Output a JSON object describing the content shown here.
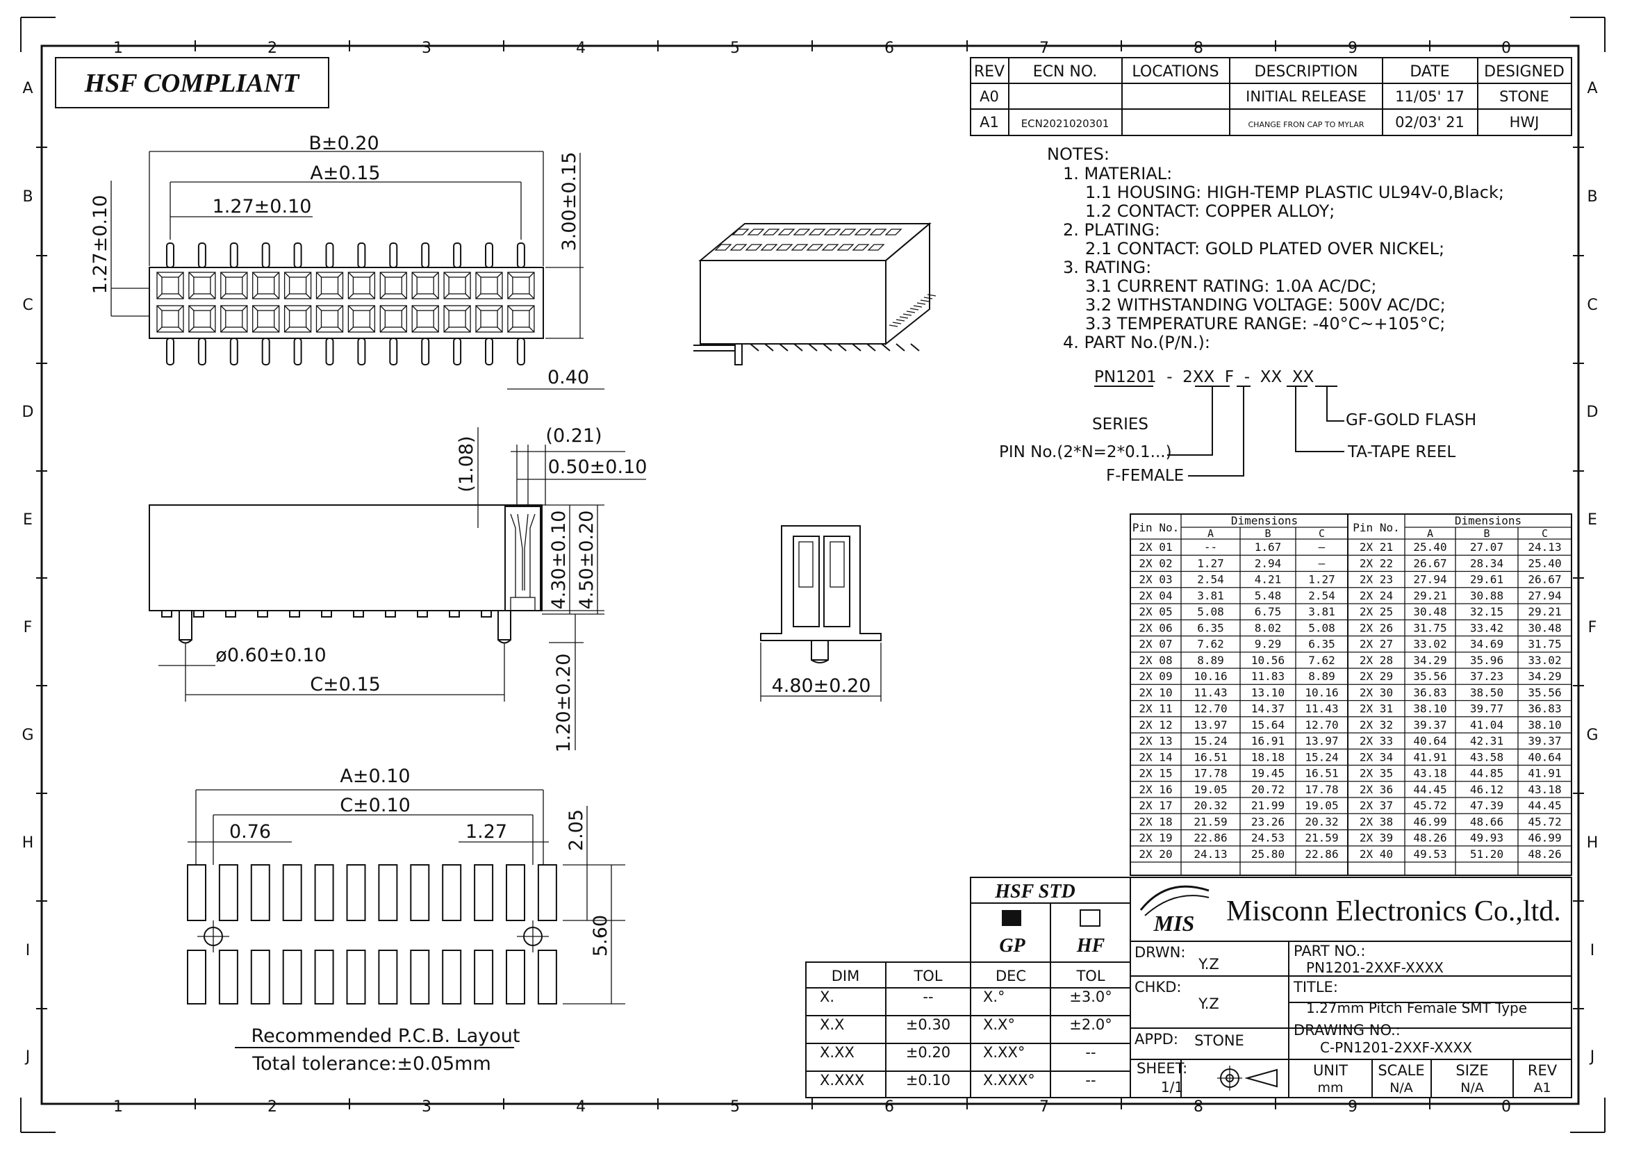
{
  "frame": {
    "col_labels": [
      "1",
      "2",
      "3",
      "4",
      "5",
      "6",
      "7",
      "8",
      "9",
      "0"
    ],
    "row_labels": [
      "A",
      "B",
      "C",
      "D",
      "E",
      "F",
      "G",
      "H",
      "I",
      "J"
    ]
  },
  "hsf_compliant": "HSF COMPLIANT",
  "revision_table": {
    "headers": [
      "REV",
      "ECN NO.",
      "LOCATIONS",
      "DESCRIPTION",
      "DATE",
      "DESIGNED"
    ],
    "rows": [
      [
        "A0",
        "",
        "",
        "INITIAL RELEASE",
        "11/05' 17",
        "STONE"
      ],
      [
        "A1",
        "ECN2021020301",
        "",
        "CHANGE FRON CAP TO MYLAR",
        "02/03' 21",
        "HWJ"
      ]
    ]
  },
  "notes": {
    "heading": "NOTES:",
    "lines": [
      "1. MATERIAL:",
      "1.1  HOUSING: HIGH-TEMP PLASTIC UL94V-0,Black;",
      "1.2  CONTACT: COPPER ALLOY;",
      "2. PLATING:",
      "2.1  CONTACT: GOLD PLATED OVER NICKEL;",
      "3. RATING:",
      "3.1  CURRENT RATING: 1.0A AC/DC;",
      "3.2  WITHSTANDING VOLTAGE: 500V AC/DC;",
      "3.3  TEMPERATURE RANGE: -40°C~+105°C;",
      "4. PART No.(P/N.):"
    ]
  },
  "part_number": {
    "code": "PN1201  -  2XX  F  -  XX  XX",
    "series": "SERIES",
    "pin_no": "PIN No.(2*N=2*0.1...)",
    "female": "F-FEMALE",
    "gold_flash": "GF-GOLD FLASH",
    "tape_reel": "TA-TAPE REEL"
  },
  "dimensions": {
    "top_b": "B±0.20",
    "top_a": "A±0.15",
    "top_pitch": "1.27±0.10",
    "top_row_pitch": "1.27±0.10",
    "top_height": "3.00±0.15",
    "top_pin_width": "0.40",
    "side_021": "(0.21)",
    "side_108": "(1.08)",
    "side_050": "0.50±0.10",
    "side_430": "4.30±0.10",
    "side_450": "4.50±0.20",
    "side_peg": "ø0.60±0.10",
    "side_c": "C±0.15",
    "side_120": "1.20±0.20",
    "end_width": "4.80±0.20",
    "pcb_a": "A±0.10",
    "pcb_c": "C±0.10",
    "pcb_076": "0.76",
    "pcb_127": "1.27",
    "pcb_205": "2.05",
    "pcb_560": "5.60",
    "pcb_caption1": "Recommended P.C.B. Layout",
    "pcb_caption2": "Total tolerance:±0.05mm"
  },
  "dim_table": {
    "pin_header": "Pin No.",
    "dim_header": "Dimensions",
    "sub_headers": [
      "A",
      "B",
      "C"
    ],
    "rows_left": [
      [
        "2X 01",
        "--",
        "1.67",
        "—"
      ],
      [
        "2X 02",
        "1.27",
        "2.94",
        "—"
      ],
      [
        "2X 03",
        "2.54",
        "4.21",
        "1.27"
      ],
      [
        "2X 04",
        "3.81",
        "5.48",
        "2.54"
      ],
      [
        "2X 05",
        "5.08",
        "6.75",
        "3.81"
      ],
      [
        "2X 06",
        "6.35",
        "8.02",
        "5.08"
      ],
      [
        "2X 07",
        "7.62",
        "9.29",
        "6.35"
      ],
      [
        "2X 08",
        "8.89",
        "10.56",
        "7.62"
      ],
      [
        "2X 09",
        "10.16",
        "11.83",
        "8.89"
      ],
      [
        "2X 10",
        "11.43",
        "13.10",
        "10.16"
      ],
      [
        "2X 11",
        "12.70",
        "14.37",
        "11.43"
      ],
      [
        "2X 12",
        "13.97",
        "15.64",
        "12.70"
      ],
      [
        "2X 13",
        "15.24",
        "16.91",
        "13.97"
      ],
      [
        "2X 14",
        "16.51",
        "18.18",
        "15.24"
      ],
      [
        "2X 15",
        "17.78",
        "19.45",
        "16.51"
      ],
      [
        "2X 16",
        "19.05",
        "20.72",
        "17.78"
      ],
      [
        "2X 17",
        "20.32",
        "21.99",
        "19.05"
      ],
      [
        "2X 18",
        "21.59",
        "23.26",
        "20.32"
      ],
      [
        "2X 19",
        "22.86",
        "24.53",
        "21.59"
      ],
      [
        "2X 20",
        "24.13",
        "25.80",
        "22.86"
      ]
    ],
    "rows_right": [
      [
        "2X 21",
        "25.40",
        "27.07",
        "24.13"
      ],
      [
        "2X 22",
        "26.67",
        "28.34",
        "25.40"
      ],
      [
        "2X 23",
        "27.94",
        "29.61",
        "26.67"
      ],
      [
        "2X 24",
        "29.21",
        "30.88",
        "27.94"
      ],
      [
        "2X 25",
        "30.48",
        "32.15",
        "29.21"
      ],
      [
        "2X 26",
        "31.75",
        "33.42",
        "30.48"
      ],
      [
        "2X 27",
        "33.02",
        "34.69",
        "31.75"
      ],
      [
        "2X 28",
        "34.29",
        "35.96",
        "33.02"
      ],
      [
        "2X 29",
        "35.56",
        "37.23",
        "34.29"
      ],
      [
        "2X 30",
        "36.83",
        "38.50",
        "35.56"
      ],
      [
        "2X 31",
        "38.10",
        "39.77",
        "36.83"
      ],
      [
        "2X 32",
        "39.37",
        "41.04",
        "38.10"
      ],
      [
        "2X 33",
        "40.64",
        "42.31",
        "39.37"
      ],
      [
        "2X 34",
        "41.91",
        "43.58",
        "40.64"
      ],
      [
        "2X 35",
        "43.18",
        "44.85",
        "41.91"
      ],
      [
        "2X 36",
        "44.45",
        "46.12",
        "43.18"
      ],
      [
        "2X 37",
        "45.72",
        "47.39",
        "44.45"
      ],
      [
        "2X 38",
        "46.99",
        "48.66",
        "45.72"
      ],
      [
        "2X 39",
        "48.26",
        "49.93",
        "46.99"
      ],
      [
        "2X 40",
        "49.53",
        "51.20",
        "48.26"
      ]
    ]
  },
  "tolerance_table": {
    "headers": [
      "DIM",
      "TOL"
    ],
    "rows": [
      [
        "X.",
        "--"
      ],
      [
        "X.X",
        "±0.30"
      ],
      [
        "X.XX",
        "±0.20"
      ],
      [
        "X.XXX",
        "±0.10"
      ]
    ]
  },
  "hsf_std": {
    "title": "HSF  STD",
    "gp": "GP",
    "hf": "HF",
    "headers": [
      "DEC",
      "TOL"
    ],
    "rows": [
      [
        "X.°",
        "±3.0°"
      ],
      [
        "X.X°",
        "±2.0°"
      ],
      [
        "X.XX°",
        "--"
      ],
      [
        "X.XXX°",
        "--"
      ]
    ]
  },
  "title_block": {
    "logo": "MIS",
    "company": "Misconn Electronics Co.,ltd.",
    "drwn_label": "DRWN:",
    "drwn": "Y.Z",
    "chkd_label": "CHKD:",
    "chkd": "Y.Z",
    "appd_label": "APPD:",
    "appd": "STONE",
    "part_no_label": "PART  NO.:",
    "part_no": "PN1201-2XXF-XXXX",
    "title_label": "TITLE:",
    "title": "1.27mm Pitch Female SMT Type",
    "drawing_no_label": "DRAWING  NO.:",
    "drawing_no": "C-PN1201-2XXF-XXXX",
    "sheet_label": "SHEET:",
    "sheet": "1/1",
    "unit_label": "UNIT",
    "unit": "mm",
    "scale_label": "SCALE",
    "scale": "N/A",
    "size_label": "SIZE",
    "size": "N/A",
    "rev_label": "REV",
    "rev": "A1"
  }
}
